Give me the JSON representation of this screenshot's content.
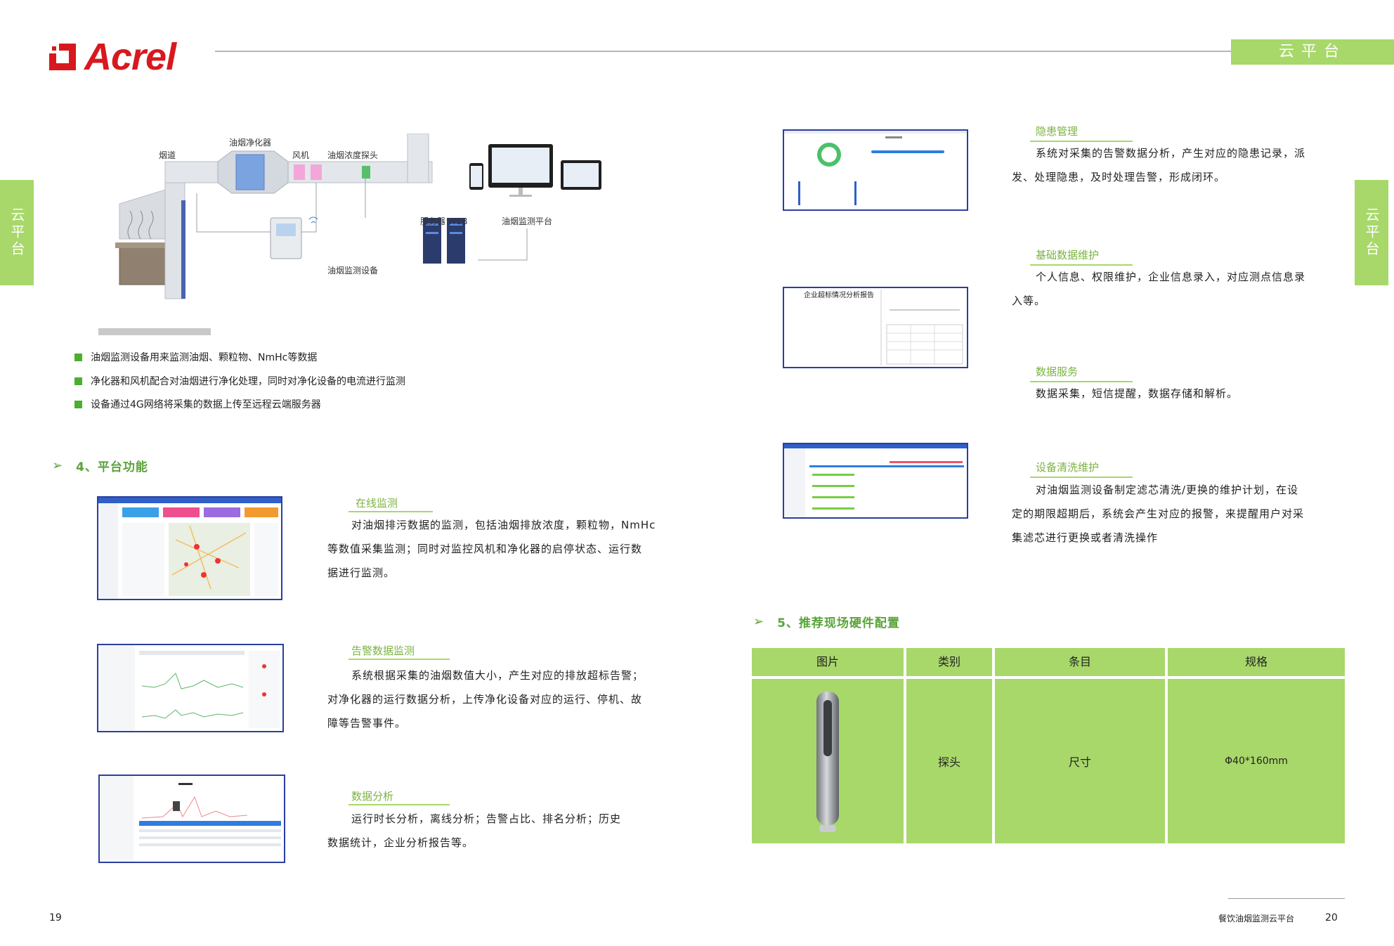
{
  "header": {
    "brand": "Acrel",
    "tab_label": "云平台"
  },
  "side_tab_label": "云平台",
  "diagram": {
    "labels": {
      "flue": "烟道",
      "purifier": "油烟净化器",
      "fan": "风机",
      "probe": "油烟浓度探头",
      "device": "油烟监测设备",
      "server": "服务器 WEB",
      "platform": "油烟监测平台"
    }
  },
  "bullets": [
    "油烟监测设备用来监测油烟、颗粒物、NmHc等数据",
    "净化器和风机配合对油烟进行净化处理，同时对净化设备的电流进行监测",
    "设备通过4G网络将采集的数据上传至远程云端服务器"
  ],
  "section4": {
    "title": "4、平台功能"
  },
  "features_left": [
    {
      "title": "在线监测",
      "lines": [
        "对油烟排污数据的监测，包括油烟排放浓度，颗粒物，NmHc",
        "等数值采集监测；同时对监控风机和净化器的启停状态、运行数",
        "据进行监测。"
      ]
    },
    {
      "title": "告警数据监测",
      "lines": [
        "系统根据采集的油烟数值大小，产生对应的排放超标告警；",
        "对净化器的运行数据分析，上传净化设备对应的运行、停机、故",
        "障等告警事件。"
      ]
    },
    {
      "title": "数据分析",
      "lines": [
        "运行时长分析，离线分析；告警占比、排名分析；历史",
        "数据统计，企业分析报告等。"
      ]
    }
  ],
  "features_right": [
    {
      "title": "隐患管理",
      "lines": [
        "系统对采集的告警数据分析，产生对应的隐患记录，派",
        "发、处理隐患，及时处理告警，形成闭环。"
      ]
    },
    {
      "title": "基础数据维护",
      "lines": [
        "个人信息、权限维护，企业信息录入，对应测点信息录",
        "入等。"
      ]
    },
    {
      "title": "数据服务",
      "lines": [
        "数据采集，短信提醒，数据存储和解析。"
      ]
    },
    {
      "title": "设备清洗维护",
      "lines": [
        "对油烟监测设备制定滤芯清洗/更换的维护计划，在设",
        "定的期限超期后，系统会产生对应的报警，来提醒用户对采",
        "集滤芯进行更换或者清洗操作"
      ]
    }
  ],
  "screens": {
    "report_title": "企业超标情况分析报告"
  },
  "section5": {
    "title": "5、推荐现场硬件配置"
  },
  "hardware_table": {
    "headers": [
      "图片",
      "类别",
      "条目",
      "规格"
    ],
    "row": {
      "category": "探头",
      "item": "尺寸",
      "spec": "Φ40*160mm"
    }
  },
  "footer": {
    "page_left": "19",
    "doc_title": "餐饮油烟监测云平台",
    "page_right": "20"
  },
  "colors": {
    "accent_green": "#a8d86a",
    "brand_red": "#d7191f",
    "frame_blue": "#2a3f9f"
  }
}
